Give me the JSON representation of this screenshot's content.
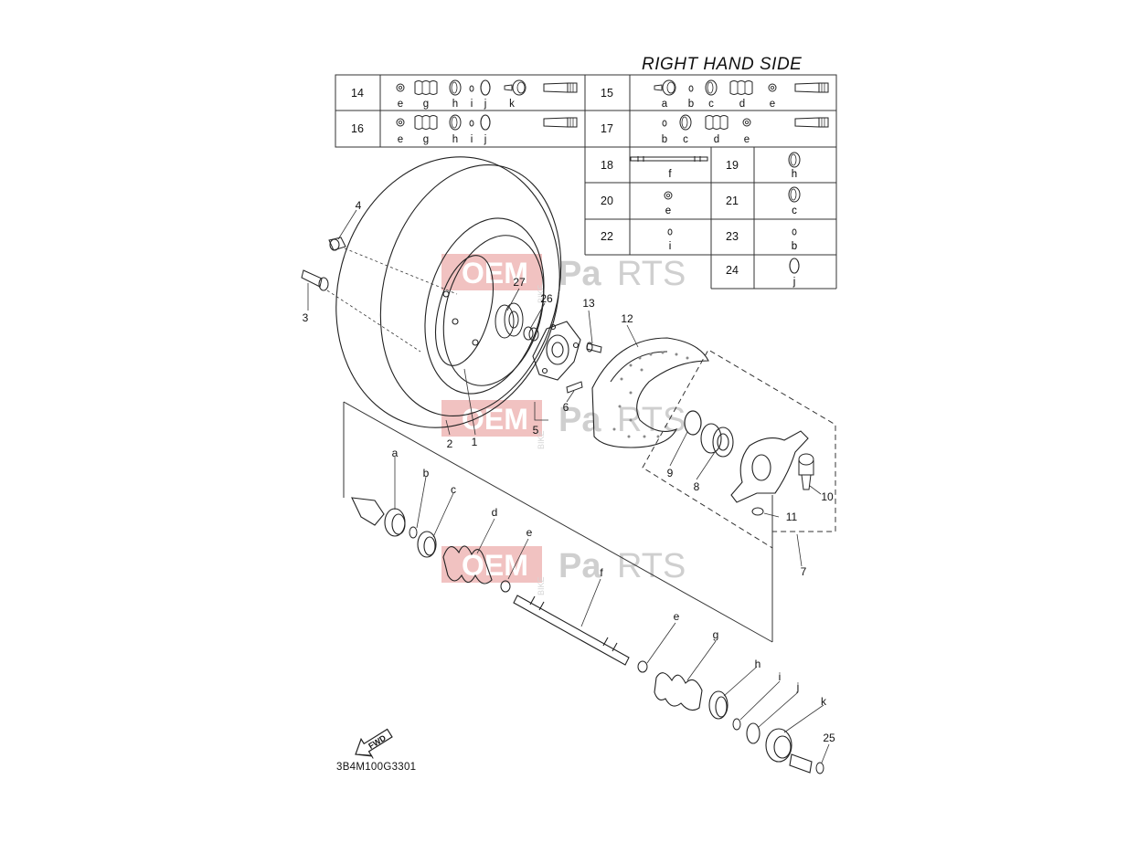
{
  "title": "RIGHT HAND SIDE",
  "diagram_code": "3B4M100G3301",
  "fwd_label": "FWD",
  "watermark": {
    "part1": "OEM",
    "part2": "BIKE",
    "part3": "Pa",
    "part4": "RTS"
  },
  "kits": [
    {
      "num": "14",
      "letters": [
        "e",
        "g",
        "h",
        "i",
        "j",
        "k"
      ]
    },
    {
      "num": "15",
      "letters": [
        "a",
        "b",
        "c",
        "d",
        "e"
      ]
    },
    {
      "num": "16",
      "letters": [
        "e",
        "g",
        "h",
        "i",
        "j"
      ]
    },
    {
      "num": "17",
      "letters": [
        "b",
        "c",
        "d",
        "e"
      ]
    },
    {
      "num": "18",
      "letters": [
        "f"
      ]
    },
    {
      "num": "19",
      "letters": [
        "h"
      ]
    },
    {
      "num": "20",
      "letters": [
        "e"
      ]
    },
    {
      "num": "21",
      "letters": [
        "c"
      ]
    },
    {
      "num": "22",
      "letters": [
        "i"
      ]
    },
    {
      "num": "23",
      "letters": [
        "b"
      ]
    },
    {
      "num": "24",
      "letters": [
        "j"
      ]
    }
  ],
  "callouts": [
    "1",
    "2",
    "3",
    "4",
    "5",
    "6",
    "7",
    "8",
    "9",
    "10",
    "11",
    "12",
    "13",
    "25",
    "26",
    "27"
  ],
  "letter_callouts": [
    "a",
    "b",
    "c",
    "d",
    "e",
    "f",
    "e",
    "g",
    "h",
    "i",
    "j",
    "k"
  ]
}
